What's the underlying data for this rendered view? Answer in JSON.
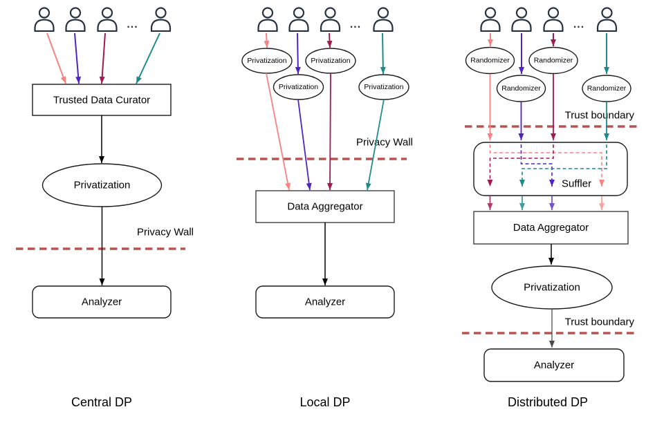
{
  "colors": {
    "salmon": "#f98181",
    "purple": "#5023c8",
    "maroon": "#a01a53",
    "teal": "#1d8b8b",
    "salmonLight": "#ff9f9f",
    "purpleLight": "#7253d2",
    "maroonLight": "#b13b6b",
    "tealLight": "#3d9d9f",
    "wallRed": "#b85450",
    "person": "#24313f",
    "ink": "#000000"
  },
  "central": {
    "caption": "Central DP",
    "curator": "Trusted Data Curator",
    "privatization": "Privatization",
    "privacy_wall": "Privacy Wall",
    "analyzer": "Analyzer",
    "ellipsis": "..."
  },
  "local": {
    "caption": "Local DP",
    "privatization": "Privatization",
    "privacy_wall": "Privacy Wall",
    "aggregator": "Data Aggregator",
    "analyzer": "Analyzer",
    "ellipsis": "..."
  },
  "distributed": {
    "caption": "Distributed DP",
    "randomizer": "Randomizer",
    "trust_boundary": "Trust boundary",
    "shuffler": "Suffler",
    "aggregator": "Data Aggregator",
    "privatization": "Privatization",
    "analyzer": "Analyzer",
    "ellipsis": "..."
  }
}
